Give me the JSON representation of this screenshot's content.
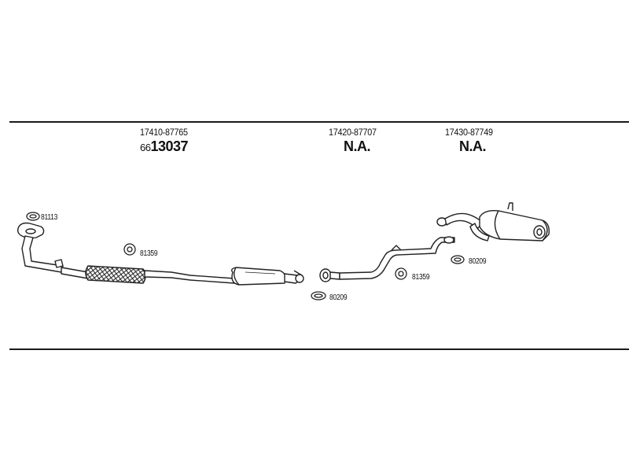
{
  "columns": [
    {
      "part_number": "17410-87765",
      "ref_prefix": "66",
      "ref_main": "13037"
    },
    {
      "part_number": "17420-87707",
      "ref_main": "N.A."
    },
    {
      "part_number": "17430-87749",
      "ref_main": "N.A."
    }
  ],
  "callouts": {
    "gasket_front": "81113",
    "hanger_front": "81359",
    "clamp_mid": "80209",
    "hanger_mid": "81359",
    "gasket_rear": "80209"
  }
}
